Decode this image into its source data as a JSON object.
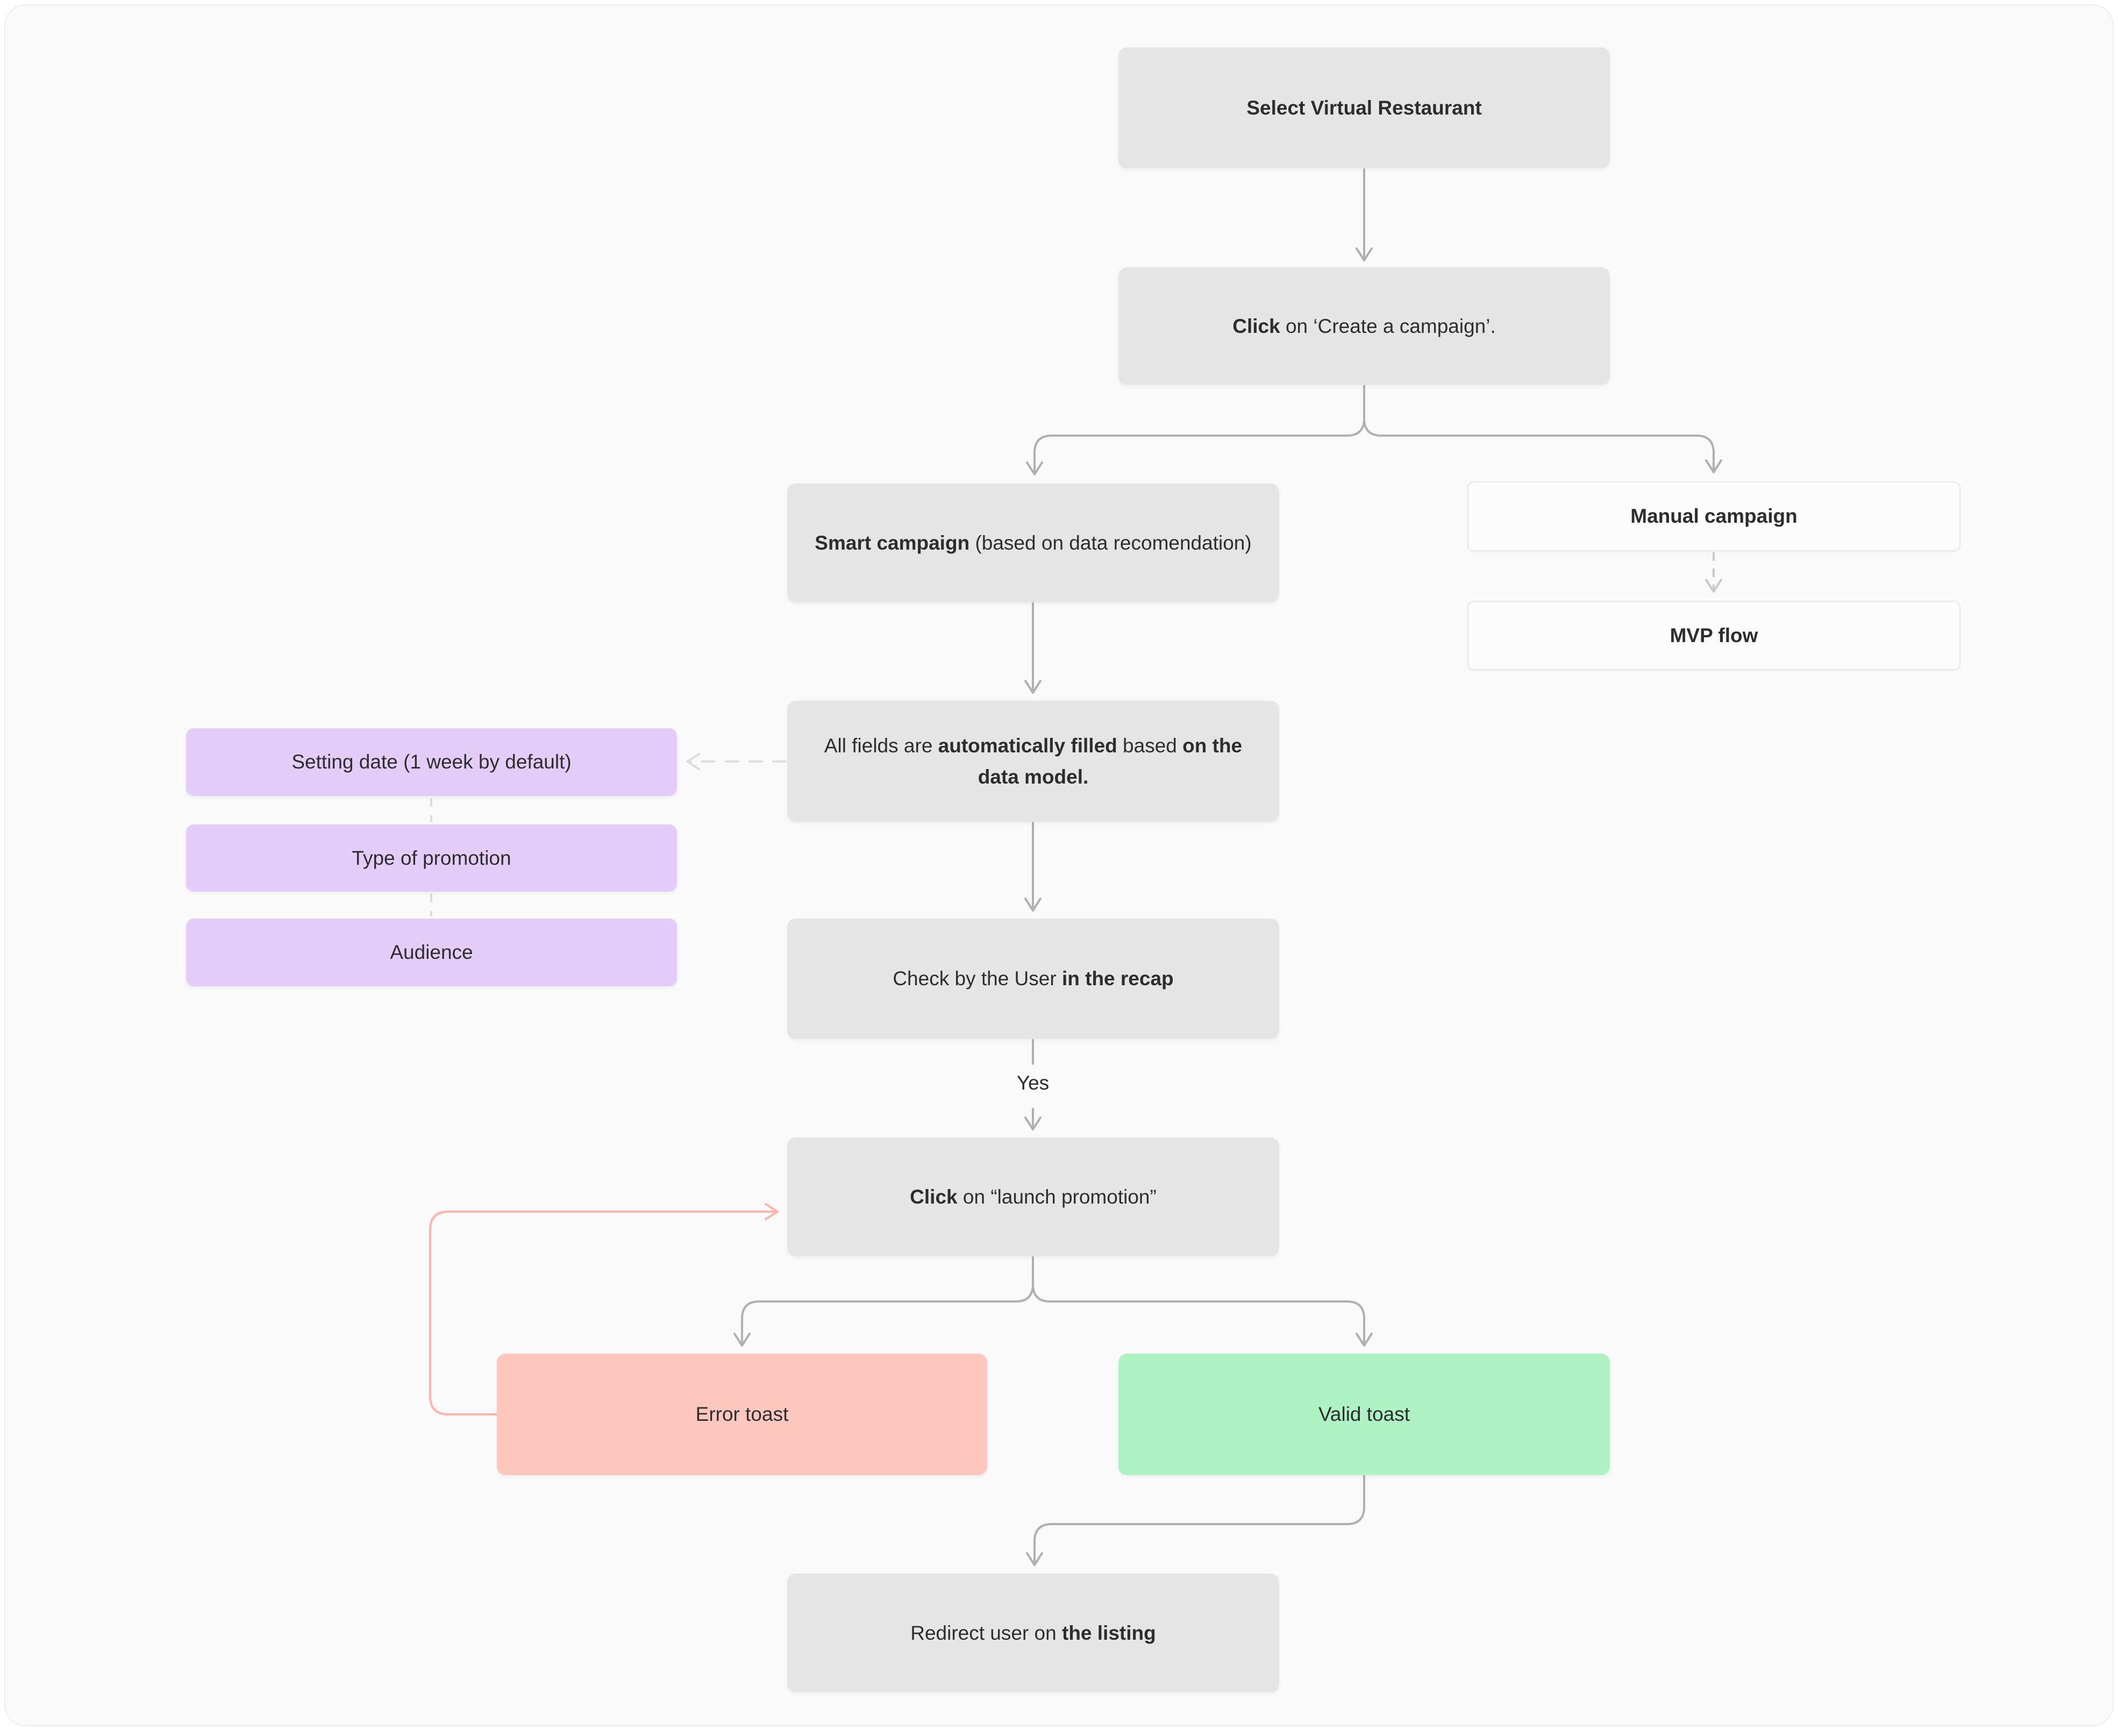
{
  "diagram": {
    "kind": "flowchart",
    "topic": "Campaign creation flow"
  },
  "nodes": {
    "select_restaurant": {
      "label": "Select Virtual Restaurant"
    },
    "create_campaign": {
      "bold": "Click",
      "rest": " on ‘Create a campaign’."
    },
    "smart_campaign": {
      "bold": "Smart campaign",
      "rest": " (based on data recomendation)"
    },
    "manual_campaign": {
      "label": "Manual campaign"
    },
    "mvp_flow": {
      "label": "MVP flow"
    },
    "all_fields": {
      "p1": "All fields are ",
      "b1": "automatically filled",
      "p2": " based ",
      "b2": "on the data model."
    },
    "setting_date": {
      "label": "Setting date (1 week by default)"
    },
    "type_of_promotion": {
      "label": "Type of promotion"
    },
    "audience": {
      "label": "Audience"
    },
    "check_recap": {
      "p1": "Check by the User ",
      "b1": "in the recap"
    },
    "yes_label": {
      "label": "Yes"
    },
    "launch_promotion": {
      "bold": "Click",
      "rest": " on “launch promotion”"
    },
    "error_toast": {
      "label": "Error toast"
    },
    "valid_toast": {
      "label": "Valid toast"
    },
    "redirect_listing": {
      "p1": "Redirect user on ",
      "b1": "the listing"
    }
  },
  "colors": {
    "canvas_background": "#fafafa",
    "node_gray": "#e5e5e5",
    "node_purple": "#e5cdf9",
    "node_error": "#fec8c0",
    "node_valid": "#aff2c4",
    "node_white": "#fcfcfc",
    "node_white_border": "#e7e7e7",
    "connector": "#b0b0b0",
    "connector_dashed": "#c8c8c8",
    "connector_dashed_light": "#dcdcdc",
    "connector_error_loop": "#fcb3aa",
    "text": "#2d2d2d"
  }
}
